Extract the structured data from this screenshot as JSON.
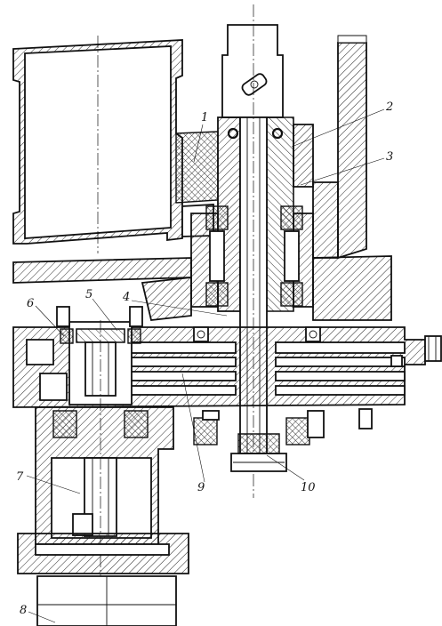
{
  "labels": [
    "1",
    "2",
    "3",
    "4",
    "5",
    "6",
    "7",
    "8",
    "9",
    "10"
  ]
}
